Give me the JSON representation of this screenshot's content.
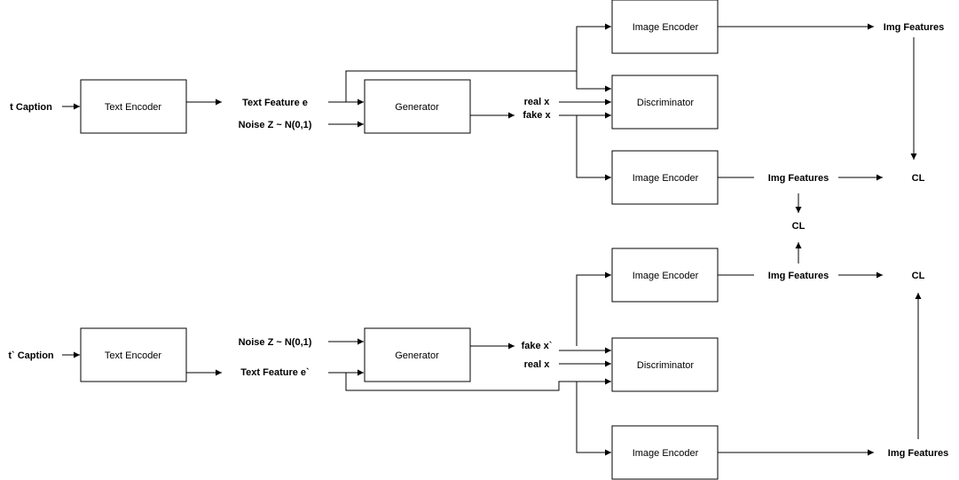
{
  "colors": {
    "stroke": "#000000",
    "background": "#ffffff"
  },
  "top": {
    "caption": "t Caption",
    "text_encoder": "Text Encoder",
    "text_feature": "Text Feature e",
    "noise": "Noise Z ~ N(0,1)",
    "generator": "Generator",
    "real": "real x",
    "fake": "fake x",
    "image_encoder_real": "Image Encoder",
    "discriminator": "Discriminator",
    "image_encoder_fake": "Image Encoder",
    "img_features_real": "Img Features",
    "img_features_fake": "Img Features",
    "cl_right": "CL"
  },
  "middle": {
    "cl": "CL"
  },
  "bottom": {
    "caption": "t` Caption",
    "text_encoder": "Text Encoder",
    "noise": "Noise Z ~ N(0,1)",
    "text_feature": "Text Feature e`",
    "generator": "Generator",
    "fake": "fake x`",
    "real": "real x",
    "image_encoder_fake": "Image Encoder",
    "discriminator": "Discriminator",
    "image_encoder_real": "Image Encoder",
    "img_features_fake": "Img Features",
    "img_features_real": "Img Features",
    "cl_right": "CL"
  }
}
